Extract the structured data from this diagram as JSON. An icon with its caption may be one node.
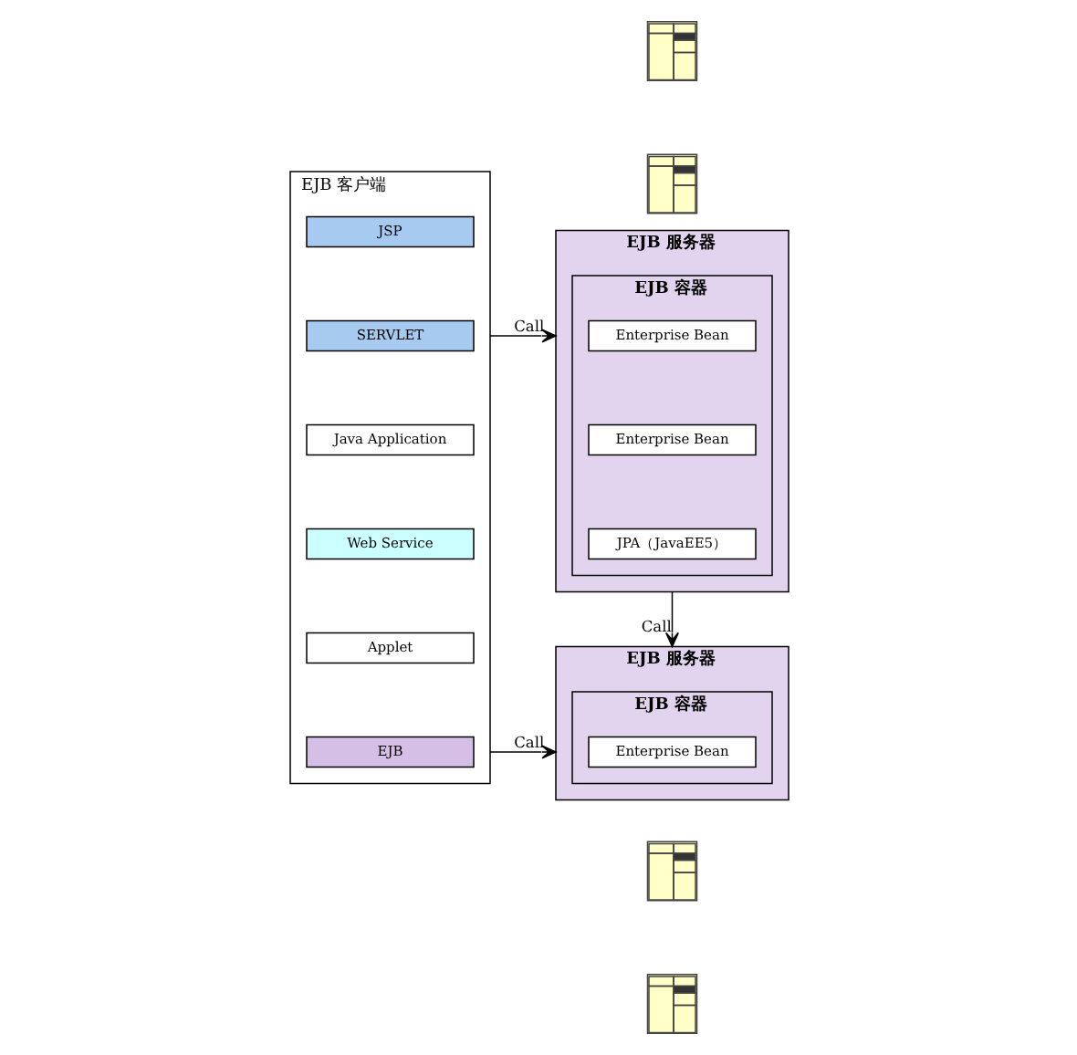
{
  "diagram": {
    "nodes": [
      {
        "text": [
          "EJB 客户端"
        ]
      },
      {
        "text": [
          "JSP"
        ],
        "in": 0
      },
      {
        "text": [
          "SERVLET"
        ],
        "in": 0
      },
      {
        "text": [
          "Java Application"
        ],
        "in": 0
      },
      {
        "text": [
          "Web Service"
        ],
        "in": 0
      },
      {
        "text": [
          "Applet"
        ],
        "in": 0
      },
      {
        "text": [
          "EJB"
        ],
        "in": 0
      },
      {
        "text": [
          "EJB 服务器"
        ]
      },
      {
        "text": [
          "EJB 容器"
        ],
        "in": 7
      },
      {
        "text": [
          "Enterprise Bean"
        ],
        "in": 8
      },
      {
        "text": [
          "Enterprise Bean"
        ],
        "in": 8
      },
      {
        "text": [
          "JPA（JavaEE5）"
        ],
        "in": 8
      },
      {
        "text": [
          "EJB 服务器"
        ]
      },
      {
        "text": [
          "EJB 容器"
        ],
        "in": 12
      },
      {
        "text": [
          "Enterprise Bean"
        ],
        "in": 13
      },
      {
        "text": [],
        "shape": "picture"
      },
      {
        "text": [],
        "shape": "picture"
      },
      {
        "text": [],
        "shape": "picture"
      },
      {
        "text": [],
        "shape": "picture"
      }
    ],
    "edges": [
      {
        "from": 0,
        "to": 7,
        "arrow": "to",
        "label": "Call"
      },
      {
        "from": 0,
        "to": 12,
        "arrow": "to",
        "label": "Call"
      },
      {
        "from": 7,
        "to": 12,
        "arrow": "to",
        "label": "Call"
      }
    ]
  }
}
